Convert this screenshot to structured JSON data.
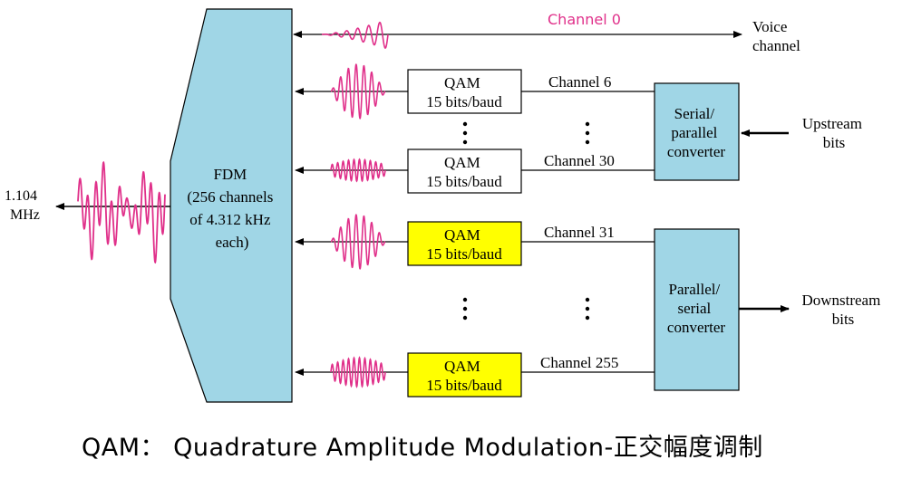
{
  "colors": {
    "fdm_fill": "#a0d6e6",
    "converter_fill": "#a0d6e6",
    "qam_yellow": "#ffff00",
    "qam_white": "#ffffff",
    "wave": "#e0308a",
    "channel0_label": "#e0308a",
    "line": "#000000"
  },
  "fdm": {
    "line1": "FDM",
    "line2": "(256 channels",
    "line3": "of 4.312 kHz",
    "line4": "each)"
  },
  "output_freq": {
    "line1": "1.104",
    "line2": "MHz"
  },
  "channel0": {
    "label": "Channel 0",
    "voice_line1": "Voice",
    "voice_line2": "channel"
  },
  "qam": {
    "upstream_top": {
      "line1": "QAM",
      "line2": "15 bits/baud"
    },
    "upstream_bottom": {
      "line1": "QAM",
      "line2": "15 bits/baud"
    },
    "downstream_top": {
      "line1": "QAM",
      "line2": "15 bits/baud"
    },
    "downstream_bottom": {
      "line1": "QAM",
      "line2": "15 bits/baud"
    }
  },
  "channels": {
    "ch6": "Channel 6",
    "ch30": "Channel 30",
    "ch31": "Channel 31",
    "ch255": "Channel 255"
  },
  "serial_parallel": {
    "line1": "Serial/",
    "line2": "parallel",
    "line3": "converter"
  },
  "parallel_serial": {
    "line1": "Parallel/",
    "line2": "serial",
    "line3": "converter"
  },
  "upstream": {
    "line1": "Upstream",
    "line2": "bits"
  },
  "downstream": {
    "line1": "Downstream",
    "line2": "bits"
  },
  "caption": "QAM： Quadrature Amplitude Modulation-正交幅度调制"
}
